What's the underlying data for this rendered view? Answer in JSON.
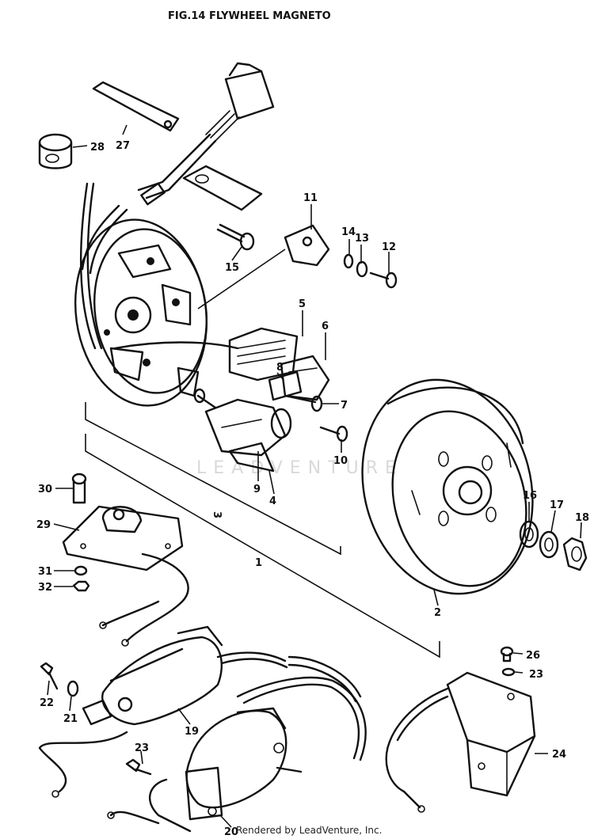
{
  "figure": {
    "title": "FIG.14  FLYWHEEL MAGNETO",
    "watermark": "LEADVENTURE",
    "credit": "Rendered by LeadVenture, Inc."
  },
  "callouts": {
    "c1": "1",
    "c2": "2",
    "c3": "3",
    "c4": "4",
    "c5": "5",
    "c6": "6",
    "c7": "7",
    "c8": "8",
    "c9": "9",
    "c10": "10",
    "c11": "11",
    "c12": "12",
    "c13": "13",
    "c14": "14",
    "c15": "15",
    "c16": "16",
    "c17": "17",
    "c18": "18",
    "c19": "19",
    "c20": "20",
    "c21": "21",
    "c22": "22",
    "c23a": "23",
    "c23b": "23",
    "c24": "24",
    "c26": "26",
    "c27": "27",
    "c28": "28",
    "c29": "29",
    "c30": "30",
    "c31": "31",
    "c32": "32"
  }
}
